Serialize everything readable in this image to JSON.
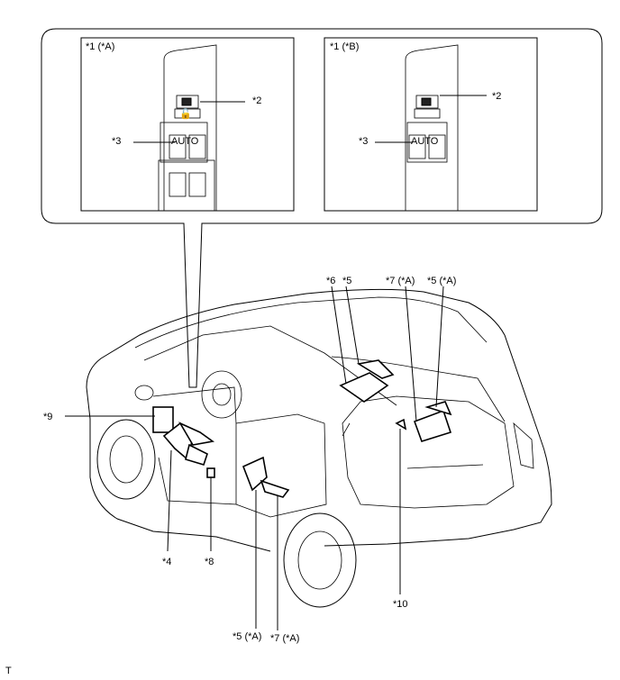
{
  "callouts": {
    "panel_a_title": "*1 (*A)",
    "panel_b_title": "*1 (*B)",
    "a_2": "*2",
    "a_3": "*3",
    "b_2": "*2",
    "b_3": "*3",
    "auto_text_a": "AUTO",
    "auto_text_b": "AUTO",
    "c6": "*6",
    "c5_top": "*5",
    "c7a_top": "*7 (*A)",
    "c5a_top": "*5 (*A)",
    "c9": "*9",
    "c4": "*4",
    "c8": "*8",
    "c10": "*10",
    "c5a_bottom": "*5 (*A)",
    "c7a_bottom": "*7 (*A)"
  },
  "corner_mark": "T"
}
